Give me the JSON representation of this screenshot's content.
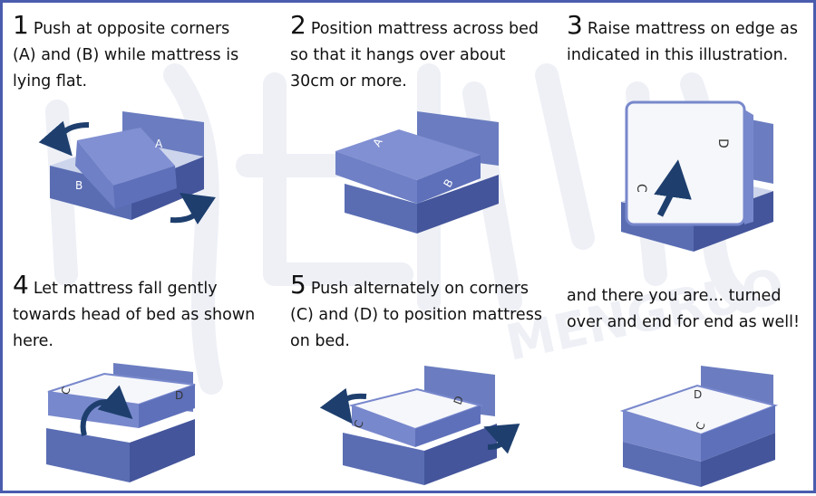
{
  "steps": [
    {
      "number": "1",
      "text": "Push at opposite corners (A) and (B) while mattress is lying flat."
    },
    {
      "number": "2",
      "text": "Position mattress across bed so that it hangs over about 30cm or more."
    },
    {
      "number": "3",
      "text": "Raise mattress on edge as indicated in this illustration."
    },
    {
      "number": "4",
      "text": "Let mattress fall gently towards head of bed as shown here."
    },
    {
      "number": "5",
      "text": "Push alternately on corners (C) and (D) to position mattress on bed."
    },
    {
      "number": "",
      "text": "and there you are... turned over and end for end as well!"
    }
  ],
  "corner_labels": {
    "a": "A",
    "b": "B",
    "c": "C",
    "d": "D"
  },
  "watermark": {
    "text": "MENGRUO",
    "color": "#eef0f6"
  },
  "colors": {
    "border": "#4a5cae",
    "base_side": "#5a6db3",
    "base_dark": "#44559b",
    "base_top": "#cdd5ec",
    "headboard": "#6b7dc0",
    "mattress_blue": "#7888cc",
    "mattress_white": "#f6f7fb",
    "arrow": "#1e3f6e"
  }
}
